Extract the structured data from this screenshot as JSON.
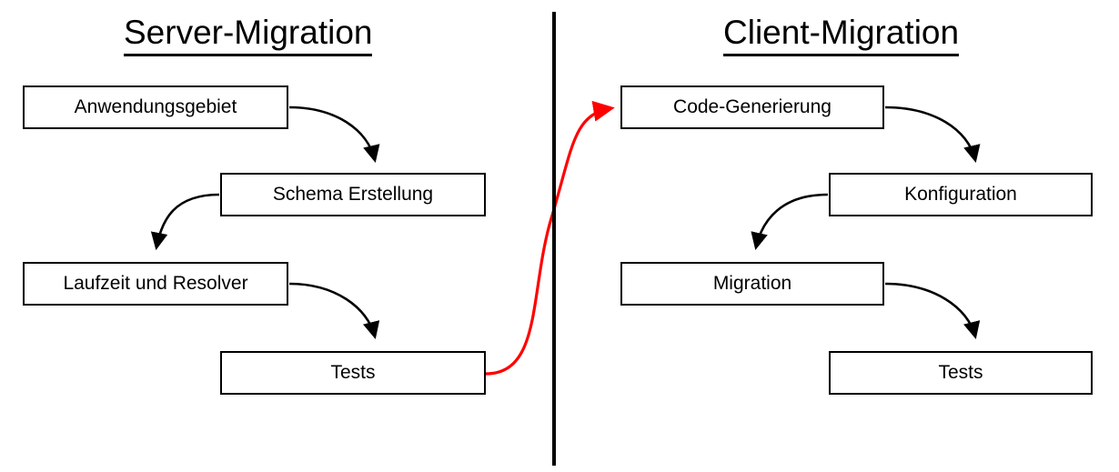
{
  "diagram": {
    "type": "flow-diagram",
    "title_left": "Server-Migration",
    "title_right": "Client-Migration",
    "background_color": "#ffffff",
    "box_border_color": "#000000",
    "arrow_color": "#000000",
    "cross_arrow_color": "#ff0000",
    "divider_color": "#000000"
  },
  "columns": [
    {
      "id": "server-migration",
      "title": "Server-Migration",
      "steps": [
        {
          "id": "anwendungsgebiet",
          "label": "Anwendungsgebiet"
        },
        {
          "id": "schema-erstellung",
          "label": "Schema Erstellung"
        },
        {
          "id": "laufzeit-und-resolver",
          "label": "Laufzeit und Resolver"
        },
        {
          "id": "tests-server",
          "label": "Tests"
        }
      ]
    },
    {
      "id": "client-migration",
      "title": "Client-Migration",
      "steps": [
        {
          "id": "code-generierung",
          "label": "Code-Generierung"
        },
        {
          "id": "konfiguration",
          "label": "Konfiguration"
        },
        {
          "id": "migration",
          "label": "Migration"
        },
        {
          "id": "tests-client",
          "label": "Tests"
        }
      ]
    }
  ],
  "connectors": [
    {
      "id": "c1",
      "from": "anwendungsgebiet",
      "to": "schema-erstellung",
      "color": "#000000"
    },
    {
      "id": "c2",
      "from": "schema-erstellung",
      "to": "laufzeit-und-resolver",
      "color": "#000000"
    },
    {
      "id": "c3",
      "from": "laufzeit-und-resolver",
      "to": "tests-server",
      "color": "#000000"
    },
    {
      "id": "c4",
      "from": "tests-server",
      "to": "code-generierung",
      "color": "#ff0000"
    },
    {
      "id": "c5",
      "from": "code-generierung",
      "to": "konfiguration",
      "color": "#000000"
    },
    {
      "id": "c6",
      "from": "konfiguration",
      "to": "migration",
      "color": "#000000"
    },
    {
      "id": "c7",
      "from": "migration",
      "to": "tests-client",
      "color": "#000000"
    }
  ]
}
